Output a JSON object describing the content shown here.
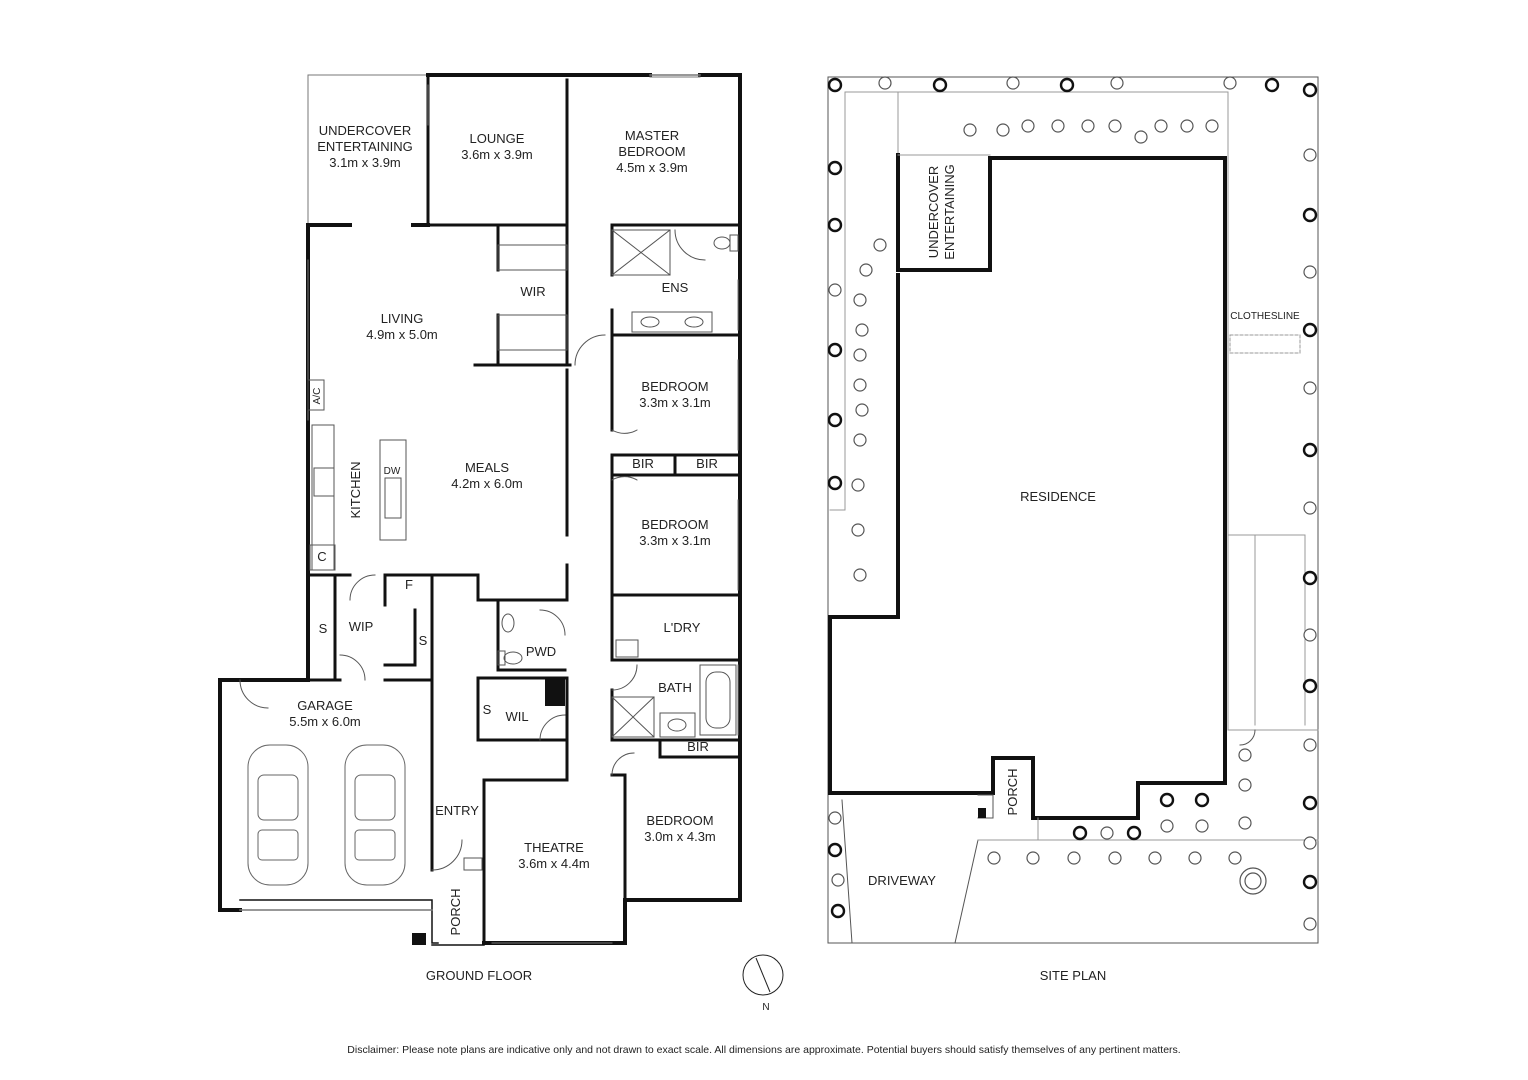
{
  "ground_floor": {
    "title": "GROUND FLOOR",
    "rooms": {
      "undercover": {
        "name_line1": "UNDERCOVER",
        "name_line2": "ENTERTAINING",
        "dims": "3.1m x 3.9m"
      },
      "lounge": {
        "name": "LOUNGE",
        "dims": "3.6m x 3.9m"
      },
      "master": {
        "name_line1": "MASTER",
        "name_line2": "BEDROOM",
        "dims": "4.5m x 3.9m"
      },
      "living": {
        "name": "LIVING",
        "dims": "4.9m x 5.0m"
      },
      "wir": {
        "name": "WIR"
      },
      "ens": {
        "name": "ENS"
      },
      "bedroom2": {
        "name": "BEDROOM",
        "dims": "3.3m x 3.1m"
      },
      "bir1": {
        "name": "BIR"
      },
      "bir2": {
        "name": "BIR"
      },
      "meals": {
        "name": "MEALS",
        "dims": "4.2m x 6.0m"
      },
      "kitchen": {
        "name": "KITCHEN",
        "dw": "DW",
        "ac": "A/C"
      },
      "bedroom3": {
        "name": "BEDROOM",
        "dims": "3.3m x 3.1m"
      },
      "c": {
        "name": "C"
      },
      "f": {
        "name": "F"
      },
      "wip": {
        "name": "WIP",
        "s1": "S",
        "s2": "S"
      },
      "pwd": {
        "name": "PWD"
      },
      "laundry": {
        "name": "L'DRY"
      },
      "bath": {
        "name": "BATH"
      },
      "bir3": {
        "name": "BIR"
      },
      "garage": {
        "name": "GARAGE",
        "dims": "5.5m x 6.0m"
      },
      "wil": {
        "name": "WIL",
        "s": "S"
      },
      "entry": {
        "name": "ENTRY"
      },
      "theatre": {
        "name": "THEATRE",
        "dims": "3.6m x 4.4m"
      },
      "bedroom4": {
        "name": "BEDROOM",
        "dims": "3.0m x 4.3m"
      },
      "porch": {
        "name": "PORCH"
      }
    }
  },
  "site_plan": {
    "title": "SITE PLAN",
    "undercover_line1": "UNDERCOVER",
    "undercover_line2": "ENTERTAINING",
    "clothesline": "CLOTHESLINE",
    "residence": "RESIDENCE",
    "porch": "PORCH",
    "driveway": "DRIVEWAY"
  },
  "compass": {
    "label": "N"
  },
  "disclaimer": "Disclaimer: Please note plans are indicative only and not drawn to exact scale. All dimensions are approximate. Potential buyers should satisfy themselves of any pertinent matters.",
  "colors": {
    "wall": "#111111",
    "thin": "#666666",
    "tree": "#222222",
    "bg": "#ffffff"
  }
}
